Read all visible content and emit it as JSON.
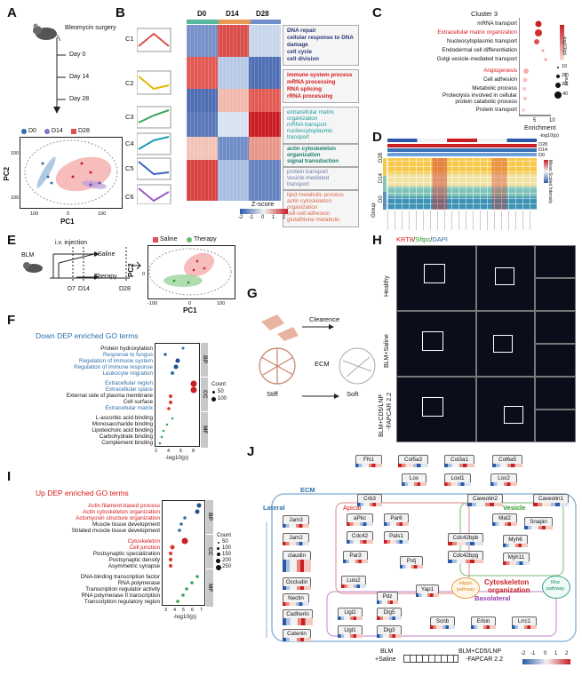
{
  "panels": {
    "A": {
      "label": "A",
      "title": "Bleomycin surgery",
      "days": [
        "Day 0",
        "Day 14",
        "Day 28"
      ],
      "legend": [
        "D0",
        "D14",
        "D28"
      ],
      "xlabel": "PC1",
      "ylabel": "PC2",
      "ticks": [
        "100",
        "0",
        "100",
        "100",
        "0",
        "100"
      ]
    },
    "B": {
      "label": "B",
      "cols": [
        "D0",
        "D14",
        "D28"
      ],
      "clusters": [
        "C1",
        "C2",
        "C3",
        "C4",
        "C5",
        "C6"
      ],
      "terms": {
        "c1": [
          "DNA repair",
          "cellular response to DNA",
          "damage",
          "cell cycle",
          "cell division"
        ],
        "c2": [
          "immune system process",
          "mRNA processing",
          "RNA splicing",
          "rRNA processing"
        ],
        "c3": [
          "extracellular matrix",
          "organization",
          "mRNA transport",
          "nucleocytoplasmic",
          "transport"
        ],
        "c4": [
          "actin cytoskeleton",
          "organization",
          "signal transduction"
        ],
        "c5": [
          "protein transport",
          "vesicle-mediated",
          "transport"
        ],
        "c6": [
          "lipid metabolic process",
          "actin cytoskeleton",
          "organization",
          "cell-cell adhesion",
          "glutathione metabolic"
        ]
      },
      "scale_title": "Z-score",
      "scale_ticks": [
        "-2",
        "-1",
        "0",
        "1",
        "2"
      ]
    },
    "C": {
      "label": "C",
      "title": "Cluster 3",
      "xlabel": "Enrichment",
      "xticks": [
        "5",
        "10"
      ],
      "terms": [
        "mRNA transport",
        "Extracellular matrix organization",
        "Nucleocytoplasmic transport",
        "Endodermal cell differentiation",
        "Golgi vesicle-mediated transport",
        "Angiogenesis",
        "Cell adhesion",
        "Metabolic process",
        "Proteolysis involved in cellular",
        "protein catabolic process",
        "Protein transport"
      ],
      "legend_title": "-log10(p)",
      "count_title": "Count",
      "count_vals": [
        "10",
        "20",
        "30",
        "40"
      ]
    },
    "D": {
      "label": "D",
      "row_groups": [
        "D28",
        "D14",
        "D0"
      ],
      "right_labels": [
        "D28",
        "D14",
        "D0"
      ],
      "group_label": "Group",
      "top_title": "-log10(p)",
      "scale_title": "Mean Scaled Intensity"
    },
    "E": {
      "label": "E",
      "left": [
        "BLM",
        "i.v. injection",
        "Saline",
        "Therapy"
      ],
      "days": [
        "D7",
        "D14",
        "D28"
      ],
      "legend": [
        "Saline",
        "Therapy"
      ],
      "xlabel": "PC1",
      "ylabel": "PC2",
      "xticks": [
        "-100",
        "0",
        "100"
      ],
      "yticks": [
        "0"
      ]
    },
    "F": {
      "label": "F",
      "title": "Down DEP enriched GO terms",
      "terms": [
        "Protein hydroxylation",
        "Response to fungus",
        "Regulation of immune system",
        "Regulation of immune response",
        "Leukocyte migration",
        "Extracellular region",
        "Extracellular space",
        "External side of plasma membrane",
        "Cell surface",
        "Extracellular matrix",
        "L-ascorbic acid binding",
        "Monosaccharide binding",
        "Lipoteichoic acid binding",
        "Carbohydrate binding",
        "Complement binding"
      ],
      "sides": [
        "BP",
        "CC",
        "MF"
      ],
      "count_title": "Count",
      "count_vals": [
        "50",
        "100"
      ],
      "xticks": [
        "2",
        "4",
        "6",
        "8"
      ],
      "xlabel": "-log10(p)"
    },
    "G": {
      "label": "G",
      "top": "Clearence",
      "mid": "ECM",
      "left": "Stiff",
      "right": "Soft"
    },
    "H": {
      "label": "H",
      "title_parts": [
        "KRT8",
        "/",
        "Sftpc",
        "/",
        "DAPI"
      ],
      "rows": [
        "Healthy",
        "BLM+Saline",
        "BLM+CD5/LNP",
        "-FAPCAR 2.2"
      ]
    },
    "I": {
      "label": "I",
      "title": "Up DEP enriched GO terms",
      "terms": [
        "Actin filament-based process",
        "Actin cytoskeleton organization",
        "Actomyosin structure organization",
        "Muscle tissue development",
        "Striated muscle tissue development",
        "Cytoskeleton",
        "Cell junction",
        "Postsynaptic specialization",
        "Postsynaptic density",
        "Asymmetric synapse",
        "DNA-binding transcription factor",
        "RNA polymerase",
        "Transcription regulator activity",
        "RNA polymerase II transcription",
        "Transcription regulatory region"
      ],
      "sides": [
        "BP",
        "CC",
        "MF"
      ],
      "count_title": "Count",
      "count_vals": [
        "50",
        "100",
        "150",
        "200",
        "250"
      ],
      "xticks": [
        "3",
        "4",
        "5",
        "6",
        "7"
      ],
      "xlabel": "-log10(p)"
    },
    "J": {
      "label": "J",
      "ecm": [
        "FN1",
        "Col5a3",
        "Col3a1",
        "Col6a5",
        "Lox",
        "Loxl1",
        "Lox2"
      ],
      "regions": [
        "ECM",
        "Lateral",
        "Apical",
        "Vesicle",
        "Basolateral"
      ],
      "lateral": [
        "Jam3",
        "Jam2",
        "claudin",
        "Occludin",
        "Nectin",
        "Cadherin",
        "Catenin"
      ],
      "apical": [
        "Crb3",
        "aPkc",
        "Par6",
        "Cdc42",
        "Pals1",
        "Par3",
        "Pstj",
        "Lulu2",
        "Pdz",
        "Yap1"
      ],
      "vesicle": [
        "Caveolin2",
        "Caveolin1",
        "Mal2",
        "Snapin",
        "Cdc42bpb",
        "Myh6",
        "Cdc42bpg",
        "Myh11"
      ],
      "baso": [
        "Llgl2",
        "Dlg5",
        "Llgl1",
        "Dlg3",
        "Scrib",
        "Erbin",
        "Lrrc1"
      ],
      "pathways": [
        "Hippo pathway",
        "Rho pathway"
      ],
      "center": [
        "Cytoskeleton",
        "organization"
      ],
      "legend_left": [
        "BLM",
        "+Saline"
      ],
      "legend_right": [
        "BLM+CD5/LNP",
        "-FAPCAR 2.2"
      ],
      "scale": [
        "-2",
        "-1",
        "0",
        "1",
        "2"
      ]
    }
  },
  "colors": {
    "red": "#d7191c",
    "blue": "#2f6fa8",
    "teal": "#1a9c9c"
  }
}
